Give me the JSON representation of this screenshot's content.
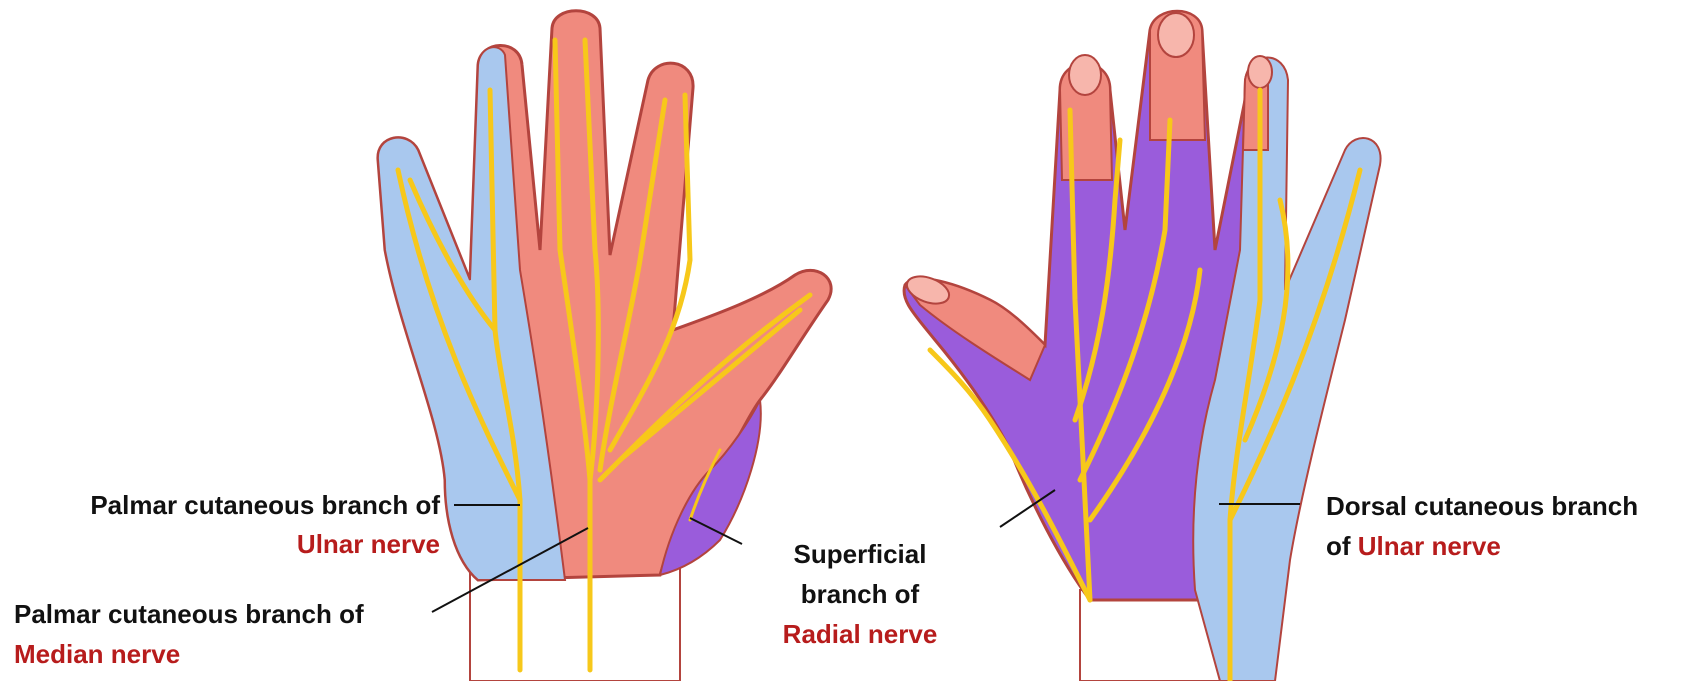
{
  "colors": {
    "median_area": "#F08A7E",
    "ulnar_area": "#A9C8EE",
    "radial_area": "#9A5CDB",
    "nerve": "#F7C81A",
    "outline": "#B3443E",
    "label_dark": "#111111",
    "label_red": "#B71C1C"
  },
  "labels": {
    "palmar_ulnar": {
      "line1": "Palmar cutaneous branch of",
      "line2": "Ulnar nerve"
    },
    "palmar_median": {
      "line1": "Palmar cutaneous branch of",
      "line2": "Median nerve"
    },
    "superficial_radial": {
      "line1": "Superficial",
      "line2": "branch of",
      "line3": "Radial nerve"
    },
    "dorsal_ulnar": {
      "line1": "Dorsal cutaneous branch",
      "line2_prefix": "of ",
      "line2_red": "Ulnar nerve"
    }
  }
}
